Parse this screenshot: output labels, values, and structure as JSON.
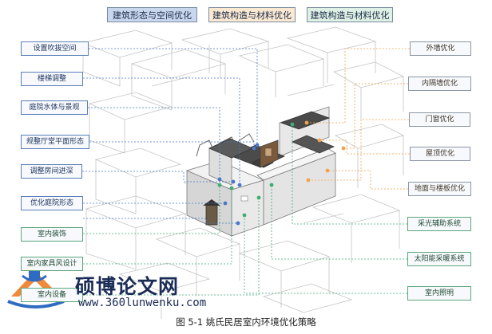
{
  "legend": [
    "建筑形态与空间优化",
    "建筑构造与材料优化",
    "建筑构造与材料优化"
  ],
  "left_labels": [
    "设置吹拔空间",
    "楼梯调整",
    "庭院水体与景观",
    "规整厅堂平面形态",
    "调整房间进深",
    "优化庭院形态",
    "室内装饰",
    "室内家具风设计",
    "室内设备"
  ],
  "right_labels": [
    "外墙优化",
    "内隔墙优化",
    "门窗优化",
    "屋顶优化",
    "地面与楼板优化",
    "采光辅助系统",
    "太阳能采暖系统",
    "室内照明"
  ],
  "watermark": {
    "name": "硕博论文网",
    "url": "www.360lunwenku.com"
  },
  "caption": "图 5-1  姚氏民居室内环境优化策略",
  "colors": {
    "blue": "#4a78c8",
    "orange": "#f2a24a",
    "green": "#3fae72",
    "building_fill": "#e6e6e6",
    "roof": "#4b4b4b"
  }
}
